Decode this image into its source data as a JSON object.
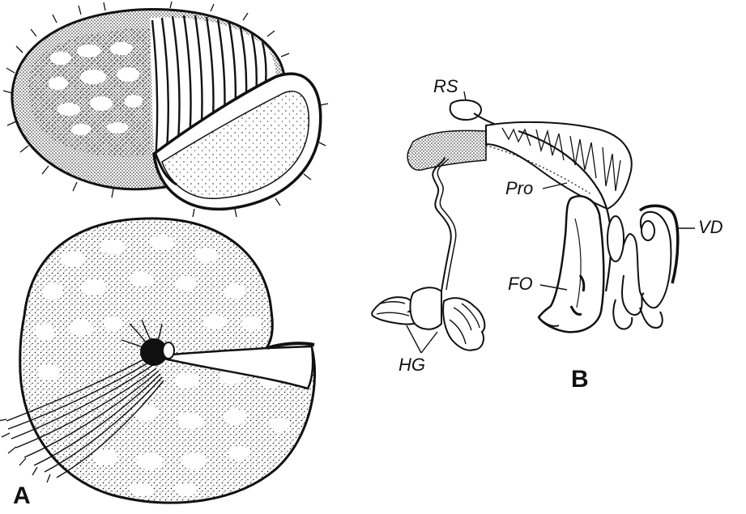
{
  "panels": {
    "a": "A",
    "b": "B"
  },
  "labels": {
    "rs": "RS",
    "pro": "Pro",
    "vd": "VD",
    "fo": "FO",
    "hg": "HG"
  },
  "colors": {
    "ink": "#111111",
    "paper": "#ffffff"
  }
}
